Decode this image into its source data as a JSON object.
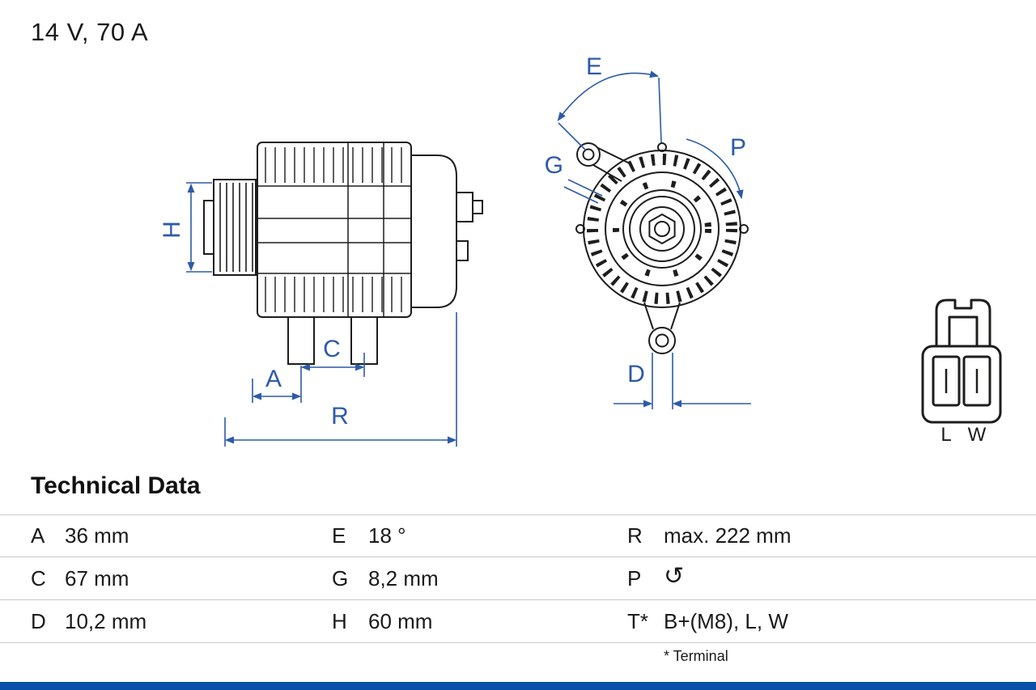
{
  "header": {
    "rating": "14 V, 70 A"
  },
  "diagram": {
    "side_view": {
      "labels": {
        "H": "H",
        "A": "A",
        "C": "C",
        "R": "R"
      }
    },
    "front_view": {
      "labels": {
        "E": "E",
        "G": "G",
        "P": "P",
        "D": "D"
      }
    },
    "connector": {
      "pin_left": "L",
      "pin_right": "W"
    }
  },
  "technical_data": {
    "title": "Technical Data",
    "rows": [
      {
        "cells": [
          {
            "key": "A",
            "value": "36 mm"
          },
          {
            "key": "E",
            "value": "18 °"
          },
          {
            "key": "R",
            "value": "max. 222 mm"
          }
        ]
      },
      {
        "cells": [
          {
            "key": "C",
            "value": "67 mm"
          },
          {
            "key": "G",
            "value": "8,2 mm"
          },
          {
            "key": "P",
            "value": "",
            "icon": "rotation-direction-icon",
            "glyph": "↺"
          }
        ]
      },
      {
        "cells": [
          {
            "key": "D",
            "value": "10,2 mm"
          },
          {
            "key": "H",
            "value": "60 mm"
          },
          {
            "key": "T*",
            "value": "B+(M8), L, W"
          }
        ]
      }
    ],
    "footnote": "* Terminal"
  },
  "colors": {
    "dimension_blue": "#2d5aa8",
    "line_black": "#1d1d1b",
    "table_border": "#cbcbcb",
    "bottom_bar_blue": "#0a4fa8"
  }
}
